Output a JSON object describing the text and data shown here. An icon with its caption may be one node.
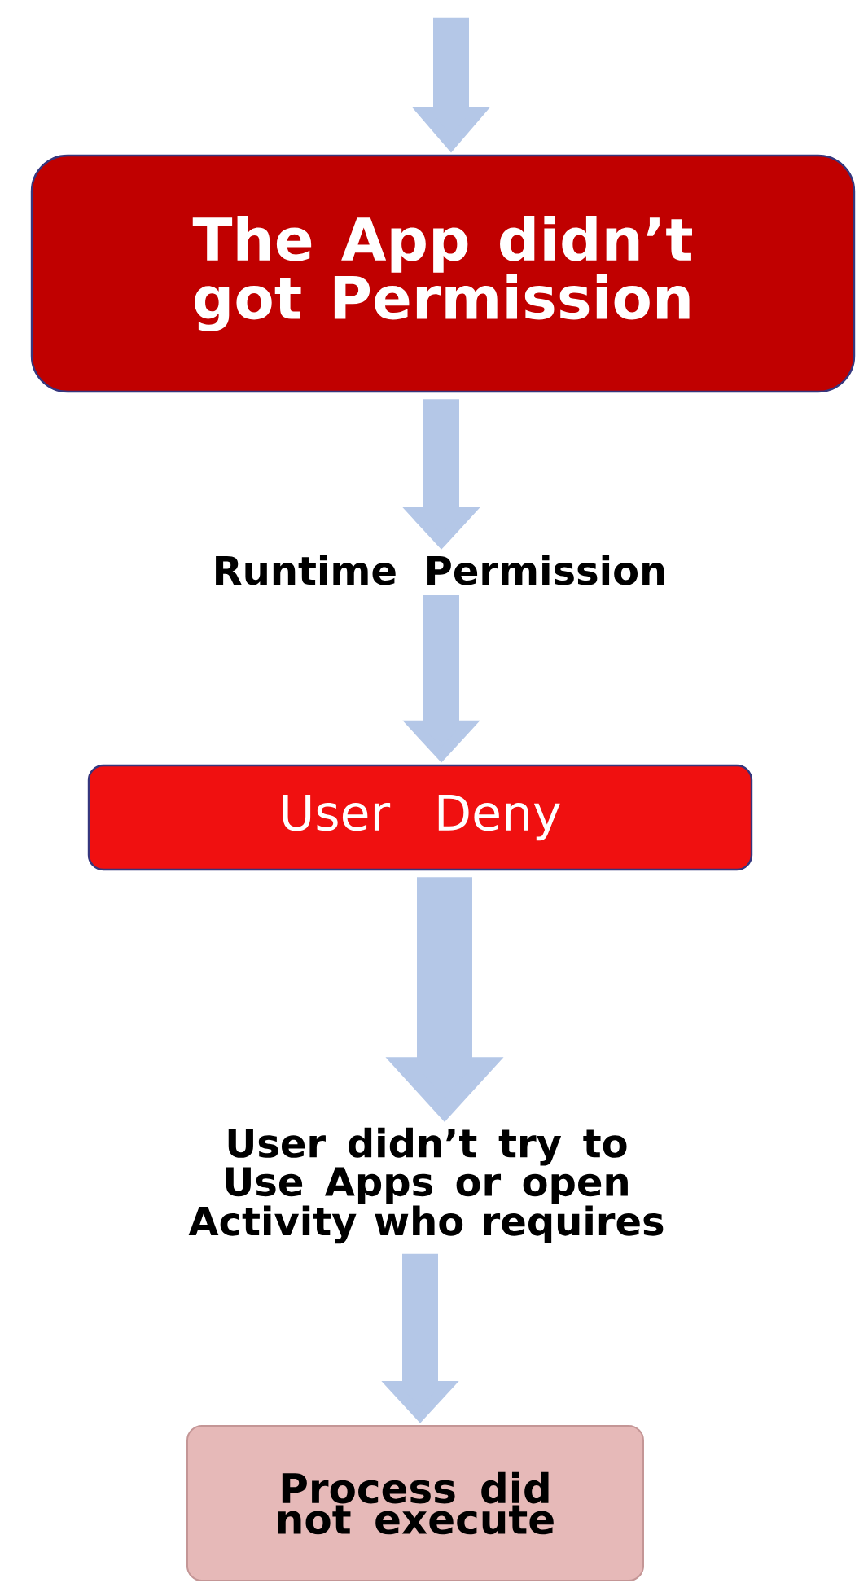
{
  "diagram": {
    "nodes": [
      {
        "text": [
          "The App didn’t got Permission"
        ]
      },
      {
        "text": [
          "Runtime Permission"
        ]
      },
      {
        "text": [
          "User Deny"
        ]
      },
      {
        "text": [
          "User didn’t try to Use Apps or open Activity who requires"
        ]
      },
      {
        "text": [
          "Process did not execute"
        ]
      }
    ],
    "edges": [
      {
        "from": null,
        "to": 0,
        "arrow": "to"
      },
      {
        "from": 0,
        "to": 1,
        "arrow": "to"
      },
      {
        "from": 1,
        "to": 2,
        "arrow": "to"
      },
      {
        "from": 2,
        "to": 3,
        "arrow": "to"
      },
      {
        "from": 3,
        "to": 4,
        "arrow": "to"
      }
    ]
  }
}
